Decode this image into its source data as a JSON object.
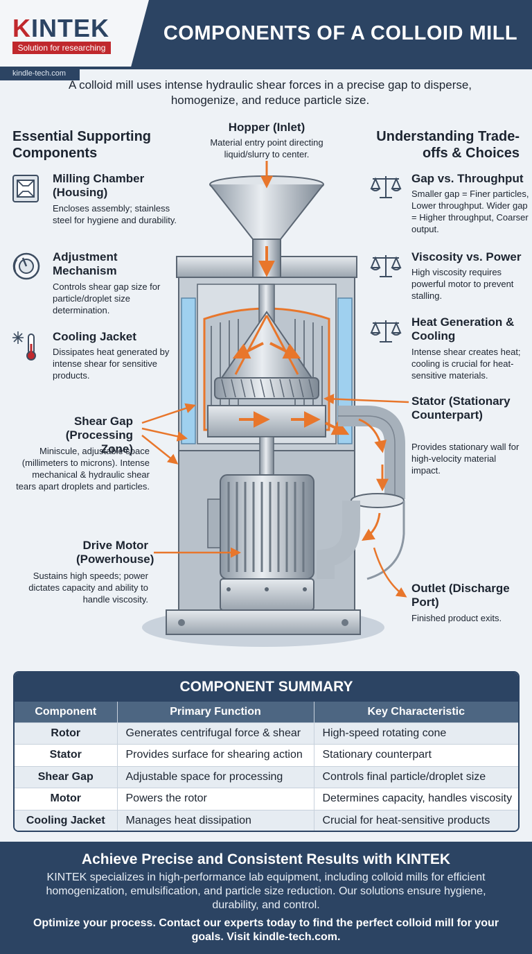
{
  "brand": {
    "logo_k": "K",
    "logo_rest": "INTEK",
    "tagline": "Solution for researching",
    "website": "kindle-tech.com"
  },
  "title": "COMPONENTS OF A COLLOID MILL",
  "intro": "A colloid mill uses intense hydraulic shear forces in a precise gap to disperse, homogenize, and reduce particle size.",
  "left_column": {
    "heading": "Essential Supporting Components",
    "items": [
      {
        "title": "Milling Chamber (Housing)",
        "desc": "Encloses assembly; stainless steel for hygiene and durability.",
        "icon": "housing-icon"
      },
      {
        "title": "Adjustment Mechanism",
        "desc": "Controls shear gap size for particle/droplet size determination.",
        "icon": "dial-icon"
      },
      {
        "title": "Cooling Jacket",
        "desc": "Dissipates heat generated by intense shear for sensitive products.",
        "icon": "thermometer-snowflake-icon"
      }
    ]
  },
  "right_column": {
    "heading": "Understanding Trade-offs & Choices",
    "items": [
      {
        "title": "Gap vs. Throughput",
        "desc": "Smaller gap = Finer particles, Lower throughput. Wider gap = Higher throughput, Coarser output.",
        "icon": "scale-icon"
      },
      {
        "title": "Viscosity vs. Power",
        "desc": "High viscosity requires powerful motor to prevent stalling.",
        "icon": "scale-icon"
      },
      {
        "title": "Heat Generation & Cooling",
        "desc": "Intense shear creates heat; cooling is crucial for heat-sensitive materials.",
        "icon": "scale-icon"
      }
    ]
  },
  "callouts": {
    "hopper": {
      "title": "Hopper (Inlet)",
      "desc": "Material entry point directing liquid/slurry to center."
    },
    "shear_gap": {
      "title": "Shear Gap (Processing Zone)",
      "desc": "Miniscule, adjustable space (millimeters to microns). Intense mechanical & hydraulic shear tears apart droplets and particles."
    },
    "drive_motor": {
      "title": "Drive Motor (Powerhouse)",
      "desc": "Sustains high speeds; power dictates capacity and ability to handle viscosity."
    },
    "stator": {
      "title": "Stator (Stationary Counterpart)",
      "desc": "Provides stationary wall for high-velocity material impact."
    },
    "outlet": {
      "title": "Outlet (Discharge Port)",
      "desc": "Finished product exits."
    }
  },
  "summary": {
    "title": "COMPONENT SUMMARY",
    "headers": [
      "Component",
      "Primary Function",
      "Key Characteristic"
    ],
    "rows": [
      [
        "Rotor",
        "Generates centrifugal force & shear",
        "High-speed rotating cone"
      ],
      [
        "Stator",
        "Provides surface for shearing action",
        "Stationary counterpart"
      ],
      [
        "Shear Gap",
        "Adjustable space for processing",
        "Controls final particle/droplet size"
      ],
      [
        "Motor",
        "Powers the rotor",
        "Determines capacity, handles viscosity"
      ],
      [
        "Cooling Jacket",
        "Manages heat dissipation",
        "Crucial for heat-sensitive products"
      ]
    ]
  },
  "footer": {
    "title": "Achieve Precise and Consistent Results with KINTEK",
    "body": "KINTEK specializes in high-performance lab equipment, including colloid mills for efficient homogenization, emulsification, and particle size reduction. Our solutions ensure hygiene, durability, and control.",
    "cta": "Optimize your process. Contact our experts today to find the perfect colloid mill for your goals. Visit kindle-tech.com."
  },
  "colors": {
    "navy": "#2c4463",
    "red": "#c0282d",
    "orange": "#e8762b",
    "steel": "#a9b3bd",
    "cooling": "#9fd0ef"
  }
}
